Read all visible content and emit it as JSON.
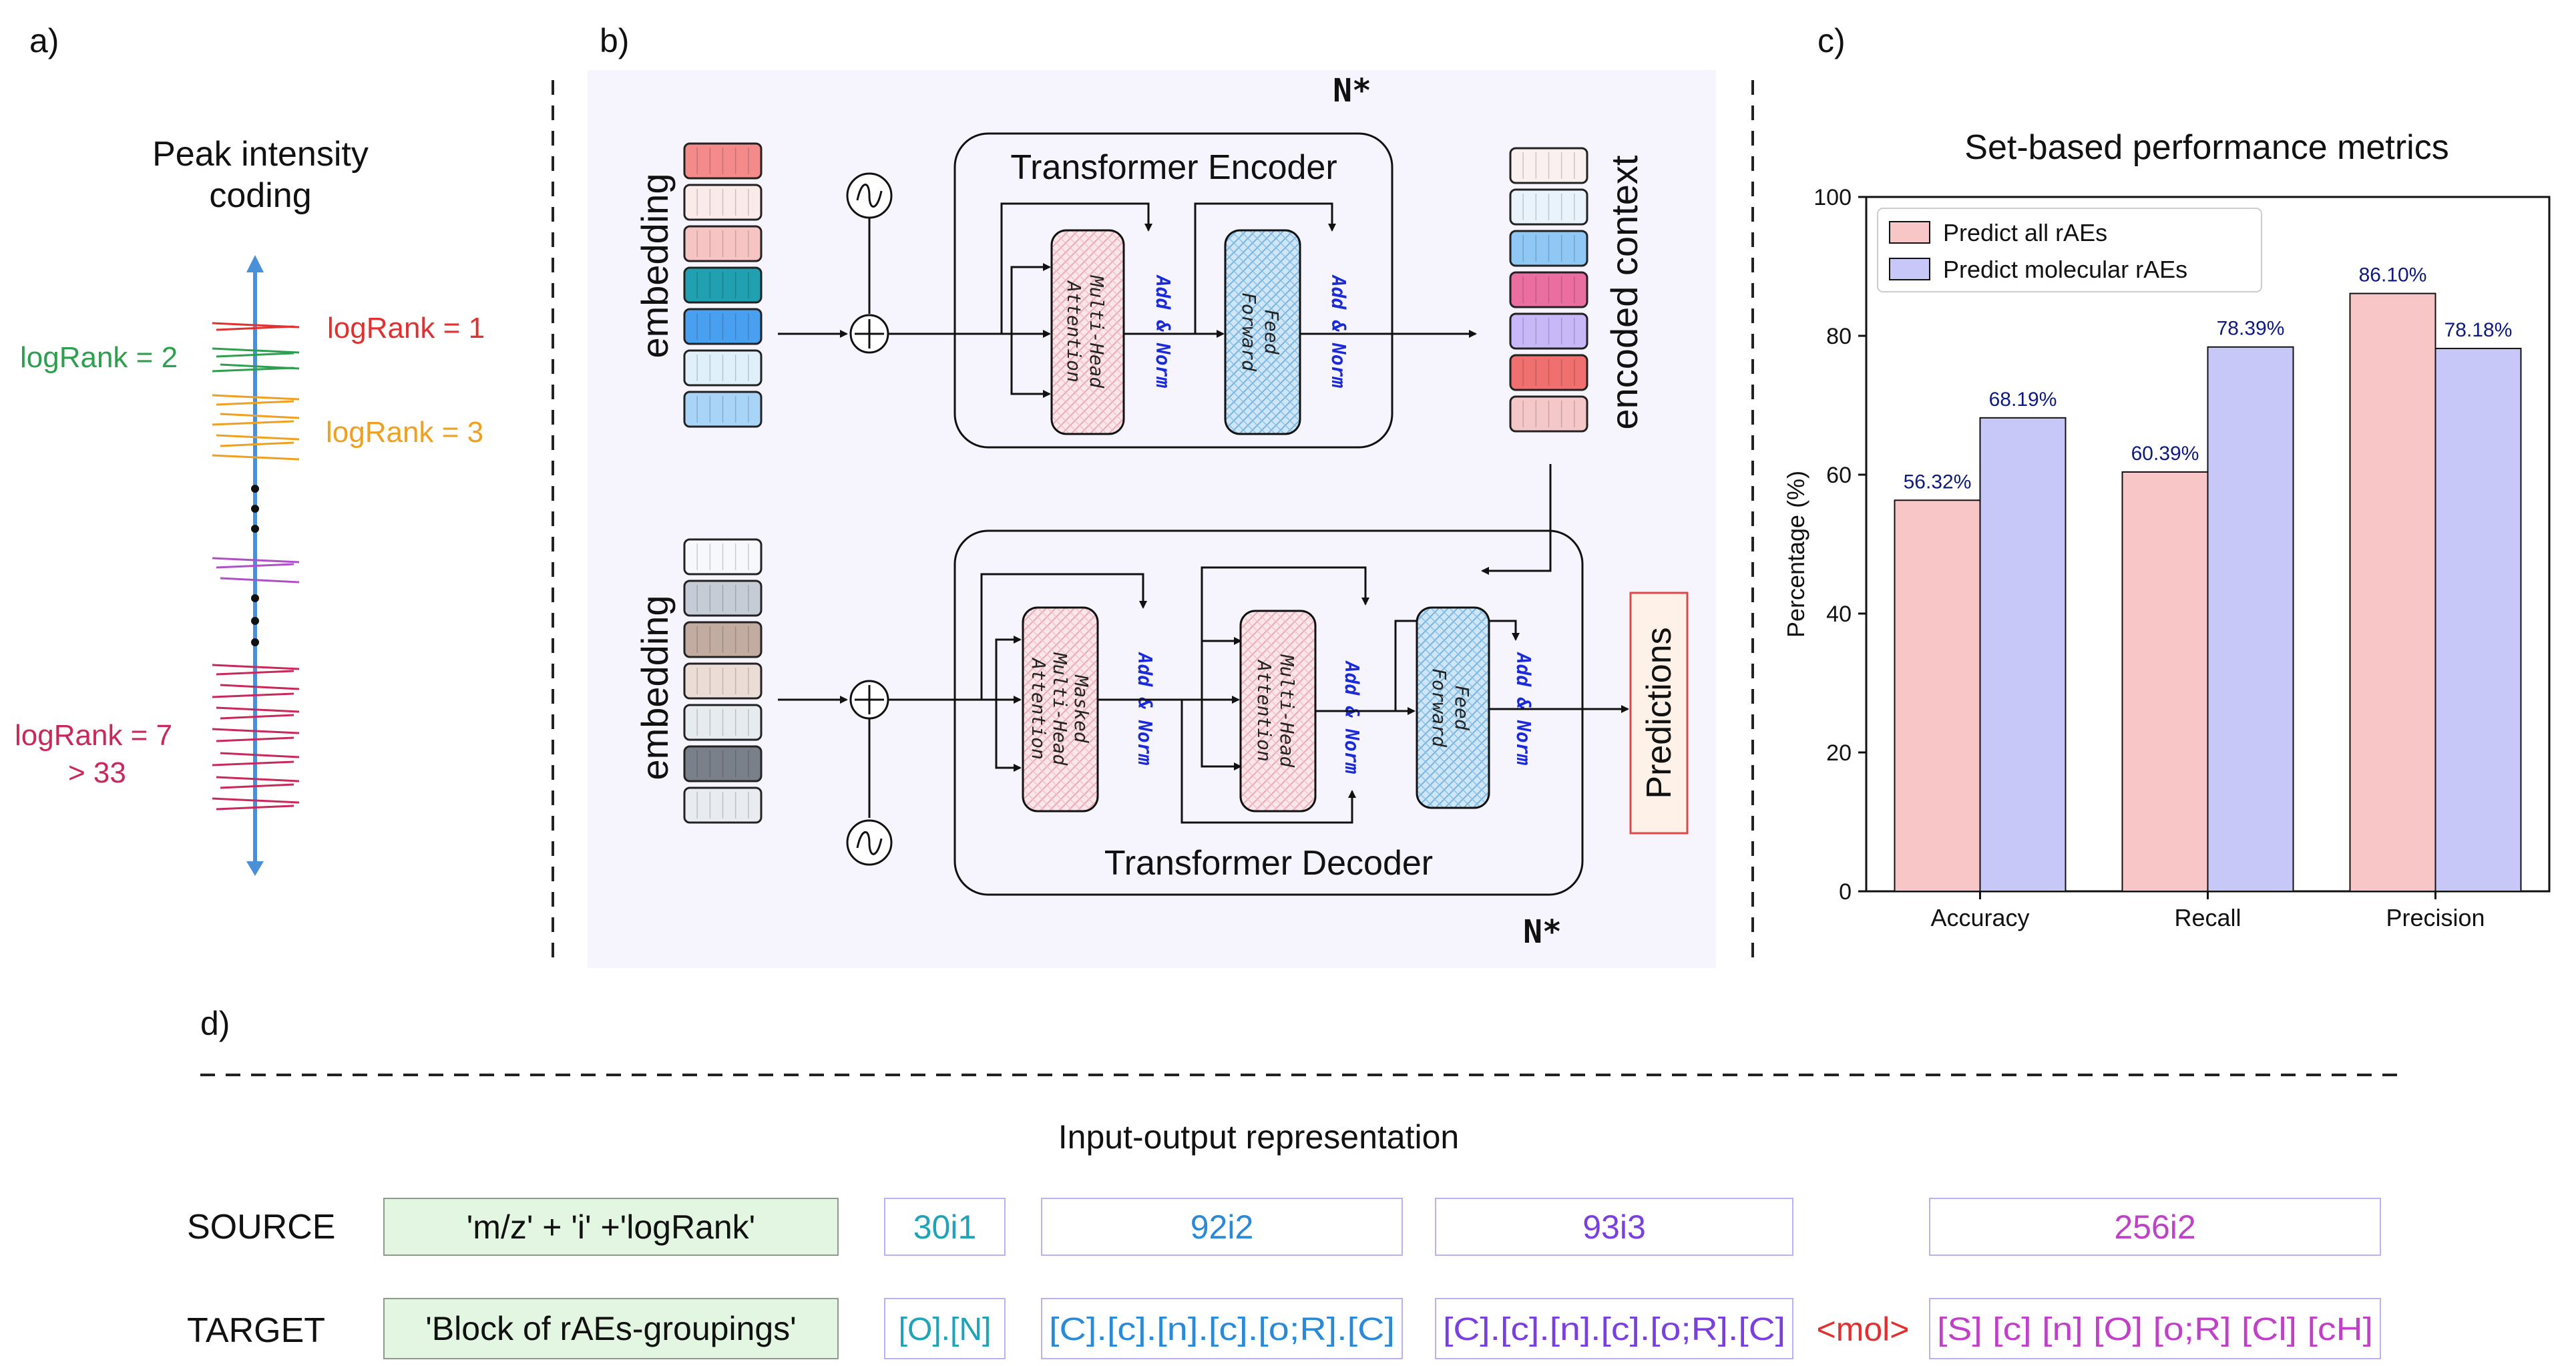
{
  "panel_labels": {
    "a": "a)",
    "b": "b)",
    "c": "c)",
    "d": "d)"
  },
  "panel_a": {
    "title_line1": "Peak intensity",
    "title_line2": "coding",
    "rank1": "logRank = 1",
    "rank2": "logRank = 2",
    "rank3": "logRank = 3",
    "rank7_line1": "logRank = 7",
    "rank7_line2": "> 33",
    "colors": {
      "rank1": "#e03030",
      "rank2": "#2e9e4f",
      "rank3": "#f0a020",
      "mid": "#b050c8",
      "rank7": "#c8285a",
      "axis": "#4a90d9"
    }
  },
  "panel_b": {
    "encoder_title": "Transformer Encoder",
    "decoder_title": "Transformer Decoder",
    "n_star_top": "N*",
    "n_star_bottom": "N*",
    "embedding_top": "embedding",
    "embedding_bottom": "embedding",
    "encoded_context": "encoded context",
    "predictions": "Predictions",
    "mha_line1": "Multi-Head",
    "mha_line2": "Attention",
    "masked_line1": "Masked",
    "masked_line2": "Multi-Head",
    "masked_line3": "Attention",
    "ff_line1": "Feed",
    "ff_line2": "Forward",
    "add_norm": "Add & Norm",
    "embedding_top_colors": [
      "#f48a8a",
      "#fbeaea",
      "#f7c4c4",
      "#20a0b0",
      "#4aa0f0",
      "#e0f0fb",
      "#a8d4f8"
    ],
    "embedding_bottom_colors": [
      "#f6f8fb",
      "#c5ccd6",
      "#c2aba0",
      "#ecdcd6",
      "#e6ebf0",
      "#7a8089",
      "#e8ecf0"
    ],
    "encoded_colors": [
      "#faf0f0",
      "#e8f3fb",
      "#8fc8f4",
      "#ea6fa0",
      "#c8b8f8",
      "#f07070",
      "#f4c8c8"
    ]
  },
  "panel_c": {
    "chart_data": {
      "type": "bar",
      "title": "Set-based performance metrics",
      "xlabel": "",
      "ylabel": "Percentage (%)",
      "categories": [
        "Accuracy",
        "Recall",
        "Precision"
      ],
      "ylim": [
        0,
        100
      ],
      "yticks": [
        0,
        20,
        40,
        60,
        80,
        100
      ],
      "grid": false,
      "legend_position": "top-left",
      "series": [
        {
          "name": "Predict all rAEs",
          "values": [
            56.32,
            60.39,
            86.1
          ],
          "labels": [
            "56.32%",
            "60.39%",
            "86.10%"
          ],
          "color": "#f9c6c8"
        },
        {
          "name": "Predict molecular rAEs",
          "values": [
            68.19,
            78.39,
            78.18
          ],
          "labels": [
            "68.19%",
            "78.39%",
            "78.18%"
          ],
          "color": "#c8c8f8"
        }
      ]
    }
  },
  "panel_d": {
    "title": "Input-output representation",
    "source_label": "SOURCE",
    "target_label": "TARGET",
    "source_box": "'m/z' + 'i' +'logRank'",
    "target_box": "'Block of rAEs-groupings'",
    "source_tokens": [
      "30i1",
      "92i2",
      "93i3",
      "256i2"
    ],
    "target_tokens": [
      "[O].[N]",
      "[C].[c].[n].[c].[o;R].[C]",
      "[C].[c].[n].[c].[o;R].[C]",
      "[S] [c] [n] [O] [o;R] [Cl] [cH]"
    ],
    "mol_token": "<mol>",
    "token_colors": [
      "#1fa3b8",
      "#2a8ad8",
      "#7a3fe0",
      "#c040c8"
    ],
    "mol_color": "#e03030"
  }
}
